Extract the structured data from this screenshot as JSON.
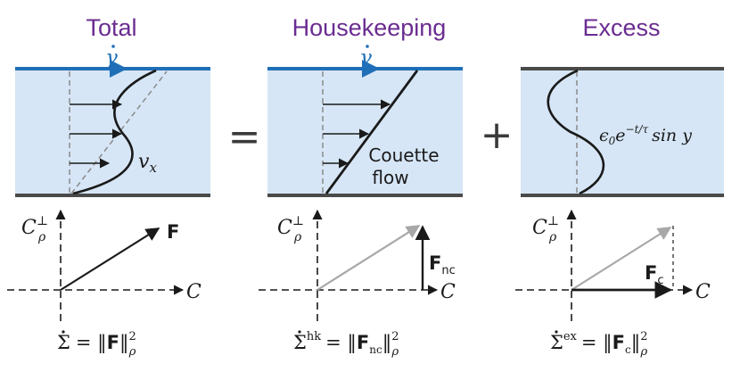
{
  "panels": {
    "total": {
      "title": "Total",
      "shear_symbol": "γ",
      "velocity_label": "v",
      "velocity_sub": "x",
      "force_label": "F",
      "entropy_lhs": "Σ",
      "entropy_rhs_a": "= ‖",
      "entropy_rhs_b": "F",
      "entropy_rhs_c": "‖",
      "entropy_sup": "2",
      "entropy_sub": "ρ"
    },
    "housekeeping": {
      "title": "Housekeeping",
      "shear_symbol": "γ",
      "flow_label_line1": "Couette",
      "flow_label_line2": "flow",
      "force_label": "F",
      "force_sub": "nc",
      "entropy_lhs": "Σ",
      "entropy_lhs_sup": "hk",
      "entropy_rhs_a": "= ‖",
      "entropy_rhs_b": "F",
      "entropy_rhs_sub_b": "nc",
      "entropy_rhs_c": "‖",
      "entropy_sup": "2",
      "entropy_sub": "ρ"
    },
    "excess": {
      "title": "Excess",
      "formula_a": "ϵ",
      "formula_a_sub": "0",
      "formula_b": "e",
      "formula_b_sup": "−t/τ",
      "formula_c": "sin y",
      "force_label": "F",
      "force_sub": "c",
      "entropy_lhs": "Σ",
      "entropy_lhs_sup": "ex",
      "entropy_rhs_a": "= ‖",
      "entropy_rhs_b": "F",
      "entropy_rhs_sub_b": "c",
      "entropy_rhs_c": "‖",
      "entropy_sup": "2",
      "entropy_sub": "ρ"
    }
  },
  "operators": {
    "equals": "=",
    "plus": "+"
  },
  "axes": {
    "x_label": "C",
    "y_label": "C",
    "y_sup": "⊥",
    "y_sub": "ρ"
  },
  "colors": {
    "title": "#6a2c91",
    "channel_fill": "#d6e6f6",
    "top_wall_moving": "#1f6fb8",
    "wall": "#4a4a4a",
    "profile": "#1a1a1a",
    "guide": "#8a8a8a",
    "projection_arrow": "#a8a8a8"
  }
}
